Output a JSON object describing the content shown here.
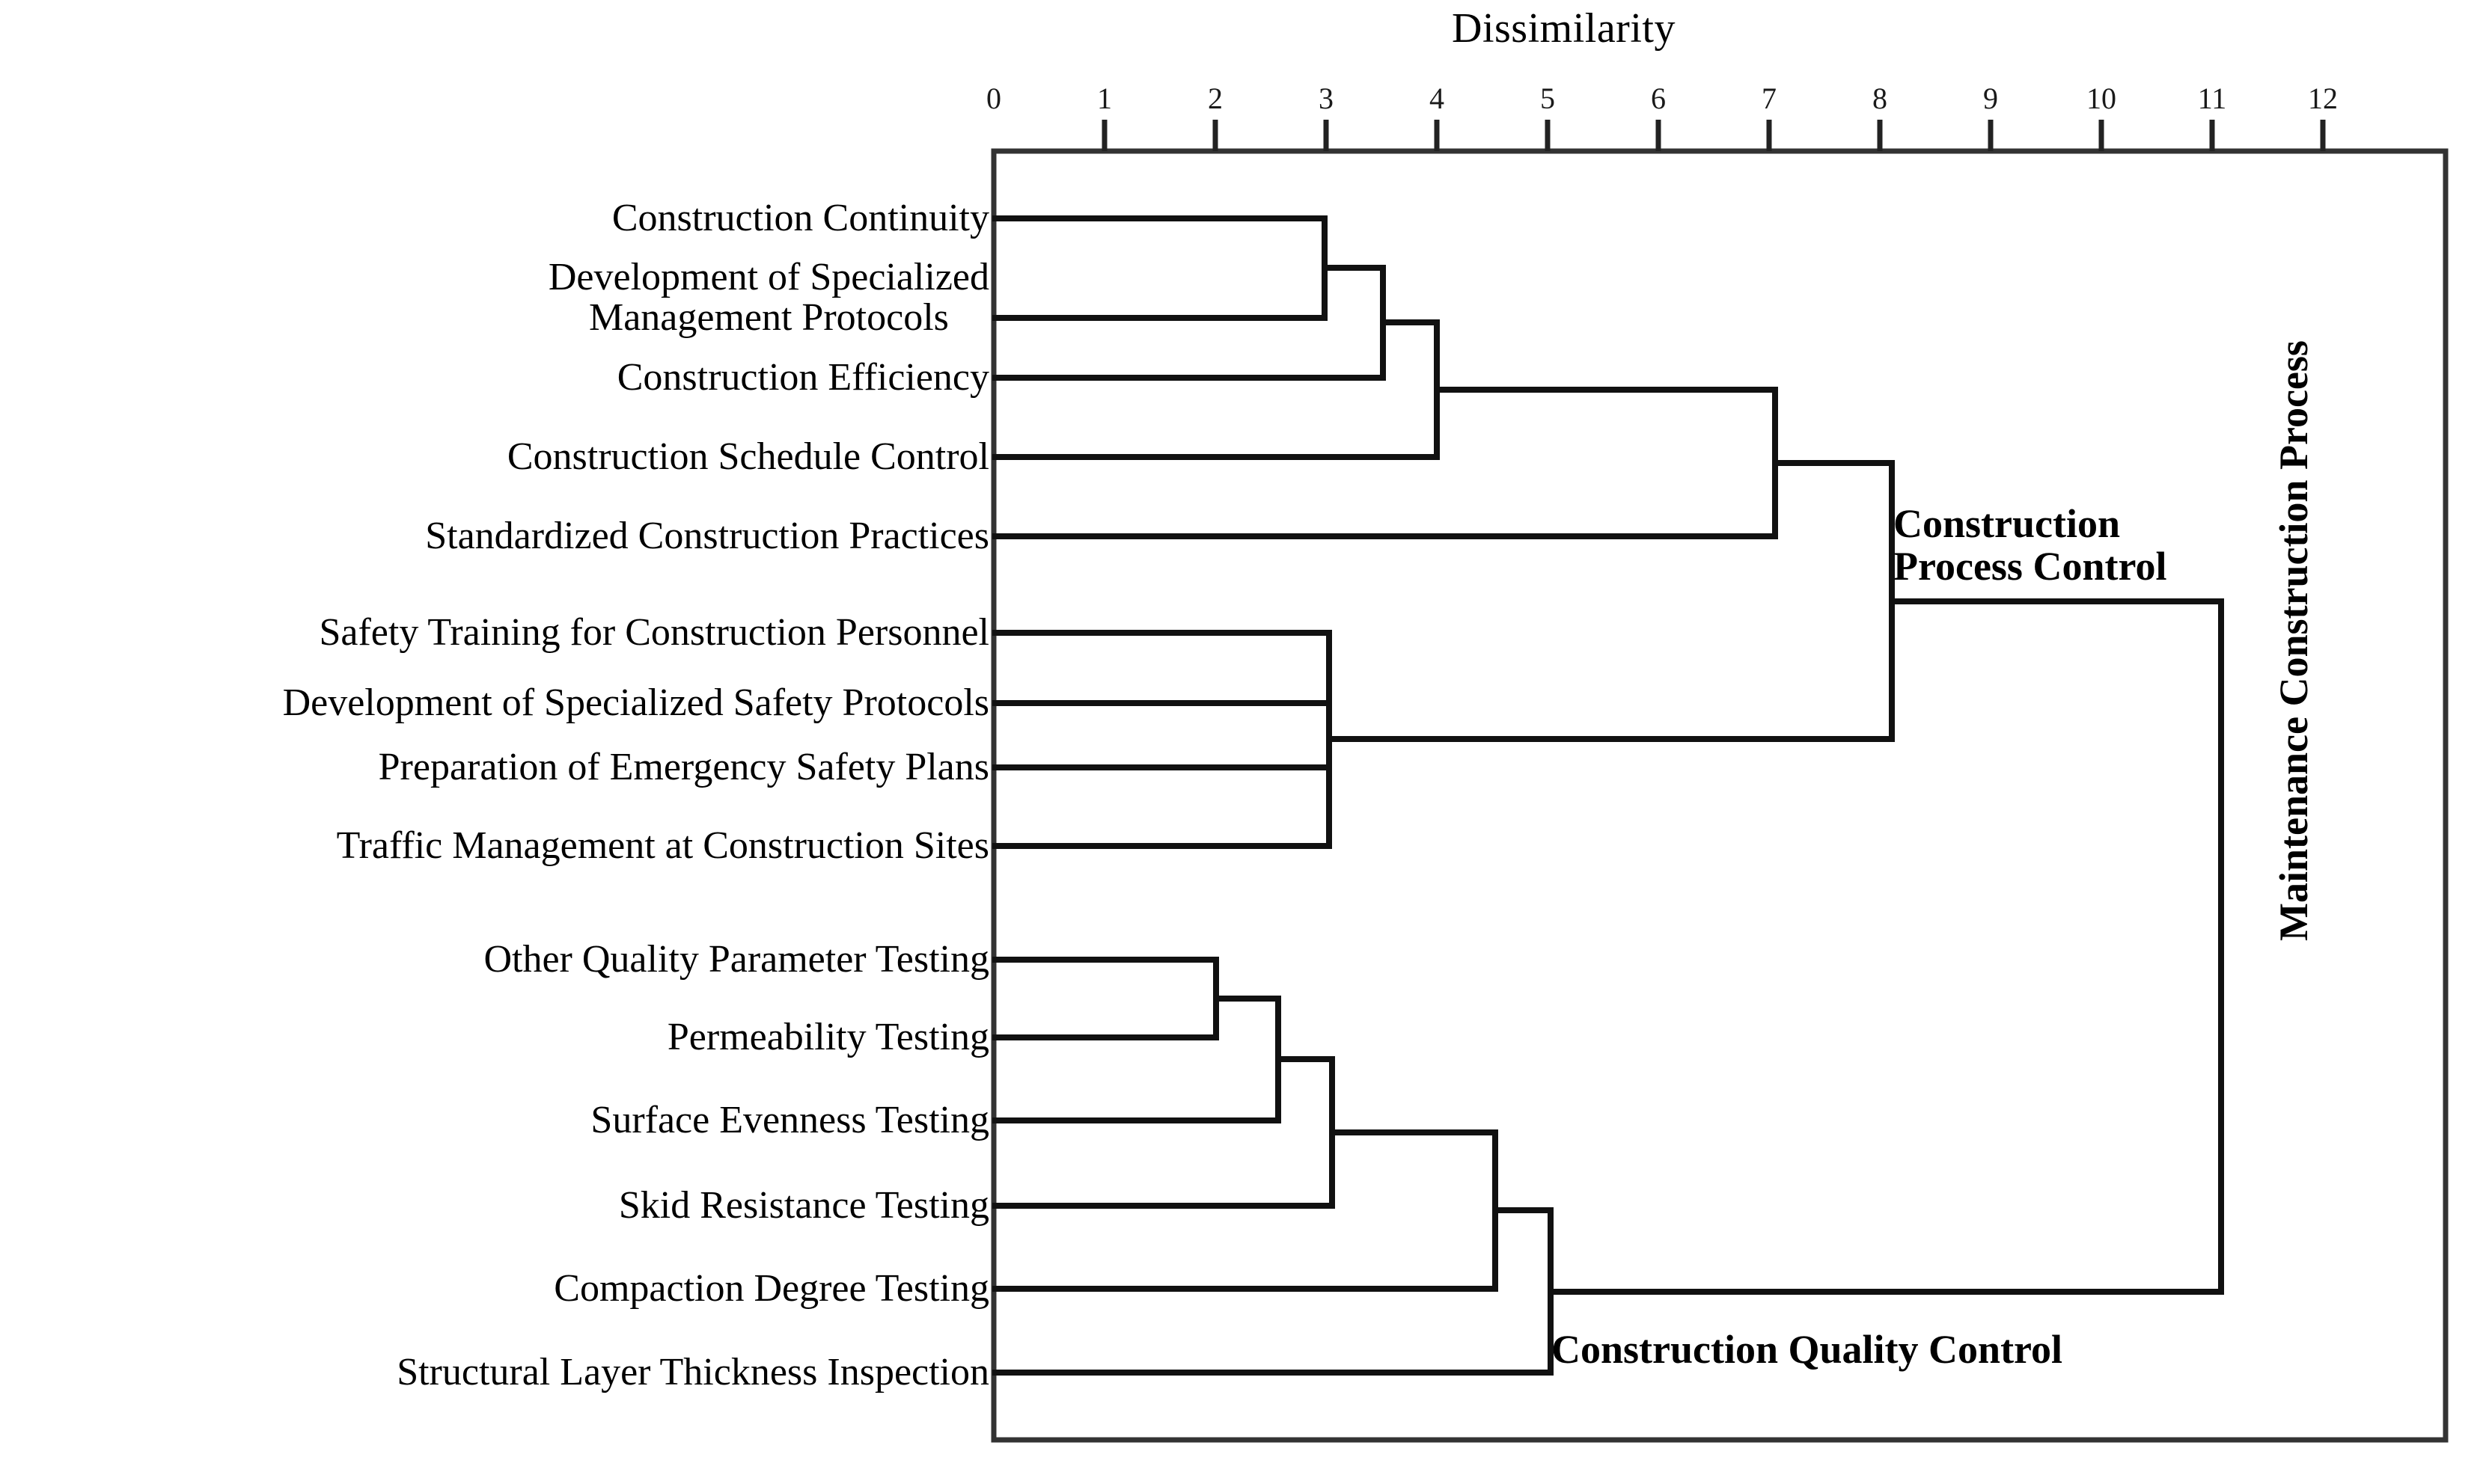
{
  "chart_data": {
    "type": "dendrogram",
    "title": "Dissimilarity",
    "xlabel": "Dissimilarity",
    "ylabel": "",
    "xlim": [
      0,
      12.93
    ],
    "grid": false,
    "axis_ticks": [
      0,
      1,
      2,
      3,
      4,
      5,
      6,
      7,
      8,
      9,
      10,
      11,
      12
    ],
    "tick_labels": [
      "0",
      "1",
      "2",
      "3",
      "4",
      "5",
      "6",
      "7",
      "8",
      "9",
      "10",
      "11",
      "12"
    ],
    "leaves": [
      "Construction Continuity",
      "Development of Specialized Management Protocols",
      "Construction Efficiency",
      "Construction Schedule Control",
      "Standardized Construction Practices",
      "Safety Training for Construction Personnel",
      "Development of Specialized Safety Protocols",
      "Preparation of Emergency Safety Plans",
      "Traffic Management at Construction Sites",
      "Other Quality Parameter Testing",
      "Permeability Testing",
      "Surface Evenness Testing",
      "Skid Resistance Testing",
      "Compaction Degree Testing",
      "Structural Layer Thickness Inspection"
    ],
    "merges": [
      {
        "id": "m1",
        "label": "Construction Continuity + Development of Specialized Management Protocols",
        "dissimilarity": 2.98
      },
      {
        "id": "m2",
        "label": "m1 + Construction Efficiency",
        "dissimilarity": 3.47
      },
      {
        "id": "m3",
        "label": "m2 + Construction Schedule Control",
        "dissimilarity": 3.96
      },
      {
        "id": "m4",
        "label": "m3 + Standardized Construction Practices",
        "dissimilarity": 7.02
      },
      {
        "id": "m5",
        "label": "Safety cluster (4 members)",
        "dissimilarity": 3.02
      },
      {
        "id": "m6",
        "label": "m4 + m5 = Construction Process Control",
        "dissimilarity": 8.03
      },
      {
        "id": "m7",
        "label": "Other Quality Parameter Testing + Permeability Testing",
        "dissimilarity": 2.0
      },
      {
        "id": "m8",
        "label": "m7 + Surface Evenness Testing",
        "dissimilarity": 2.54
      },
      {
        "id": "m9",
        "label": "m8 + Skid Resistance Testing",
        "dissimilarity": 3.0
      },
      {
        "id": "m10",
        "label": "m9 + Compaction Degree Testing",
        "dissimilarity": 4.45
      },
      {
        "id": "m11",
        "label": "m10 + Structural Layer Thickness Inspection = Construction Quality Control",
        "dissimilarity": 4.97
      },
      {
        "id": "m12",
        "label": "m6 + m11 = Maintenance Construction Process",
        "dissimilarity": 11.08
      }
    ],
    "cluster_annotations": [
      {
        "name": "construction-process-control",
        "text": "Construction Process Control",
        "lines": [
          "Construction",
          "Process Control"
        ],
        "dissimilarity": 8.03
      },
      {
        "name": "construction-quality-control",
        "text": "Construction Quality Control",
        "lines": [
          "Construction Quality Control"
        ],
        "dissimilarity": 4.97
      },
      {
        "name": "maintenance-construction-process",
        "text": "Maintenance Construction Process",
        "lines": [
          "Maintenance Construction Process"
        ],
        "dissimilarity": 11.08,
        "rotated": true
      }
    ],
    "colors": {
      "line": "#111111",
      "frame": "#333333",
      "text": "#000000",
      "background": "#ffffff"
    }
  },
  "axis": {
    "title": "Dissimilarity",
    "ticks": [
      "0",
      "1",
      "2",
      "3",
      "4",
      "5",
      "6",
      "7",
      "8",
      "9",
      "10",
      "11",
      "12"
    ]
  },
  "leaf_labels": {
    "l0": "Construction Continuity",
    "l1_line1": "Development of Specialized",
    "l1_line2": "Management Protocols",
    "l2": "Construction Efficiency",
    "l3": "Construction Schedule Control",
    "l4": "Standardized Construction Practices",
    "l5": "Safety Training for Construction Personnel",
    "l6": "Development of Specialized Safety Protocols",
    "l7": "Preparation of Emergency Safety Plans",
    "l8": "Traffic Management at Construction Sites",
    "l9": "Other Quality Parameter Testing",
    "l10": "Permeability Testing",
    "l11": "Surface Evenness Testing",
    "l12": "Skid Resistance Testing",
    "l13": "Compaction Degree Testing",
    "l14": "Structural Layer Thickness Inspection"
  },
  "cluster_labels": {
    "process_line1": "Construction",
    "process_line2": "Process Control",
    "quality": "Construction Quality Control",
    "root": "Maintenance Construction Process"
  }
}
